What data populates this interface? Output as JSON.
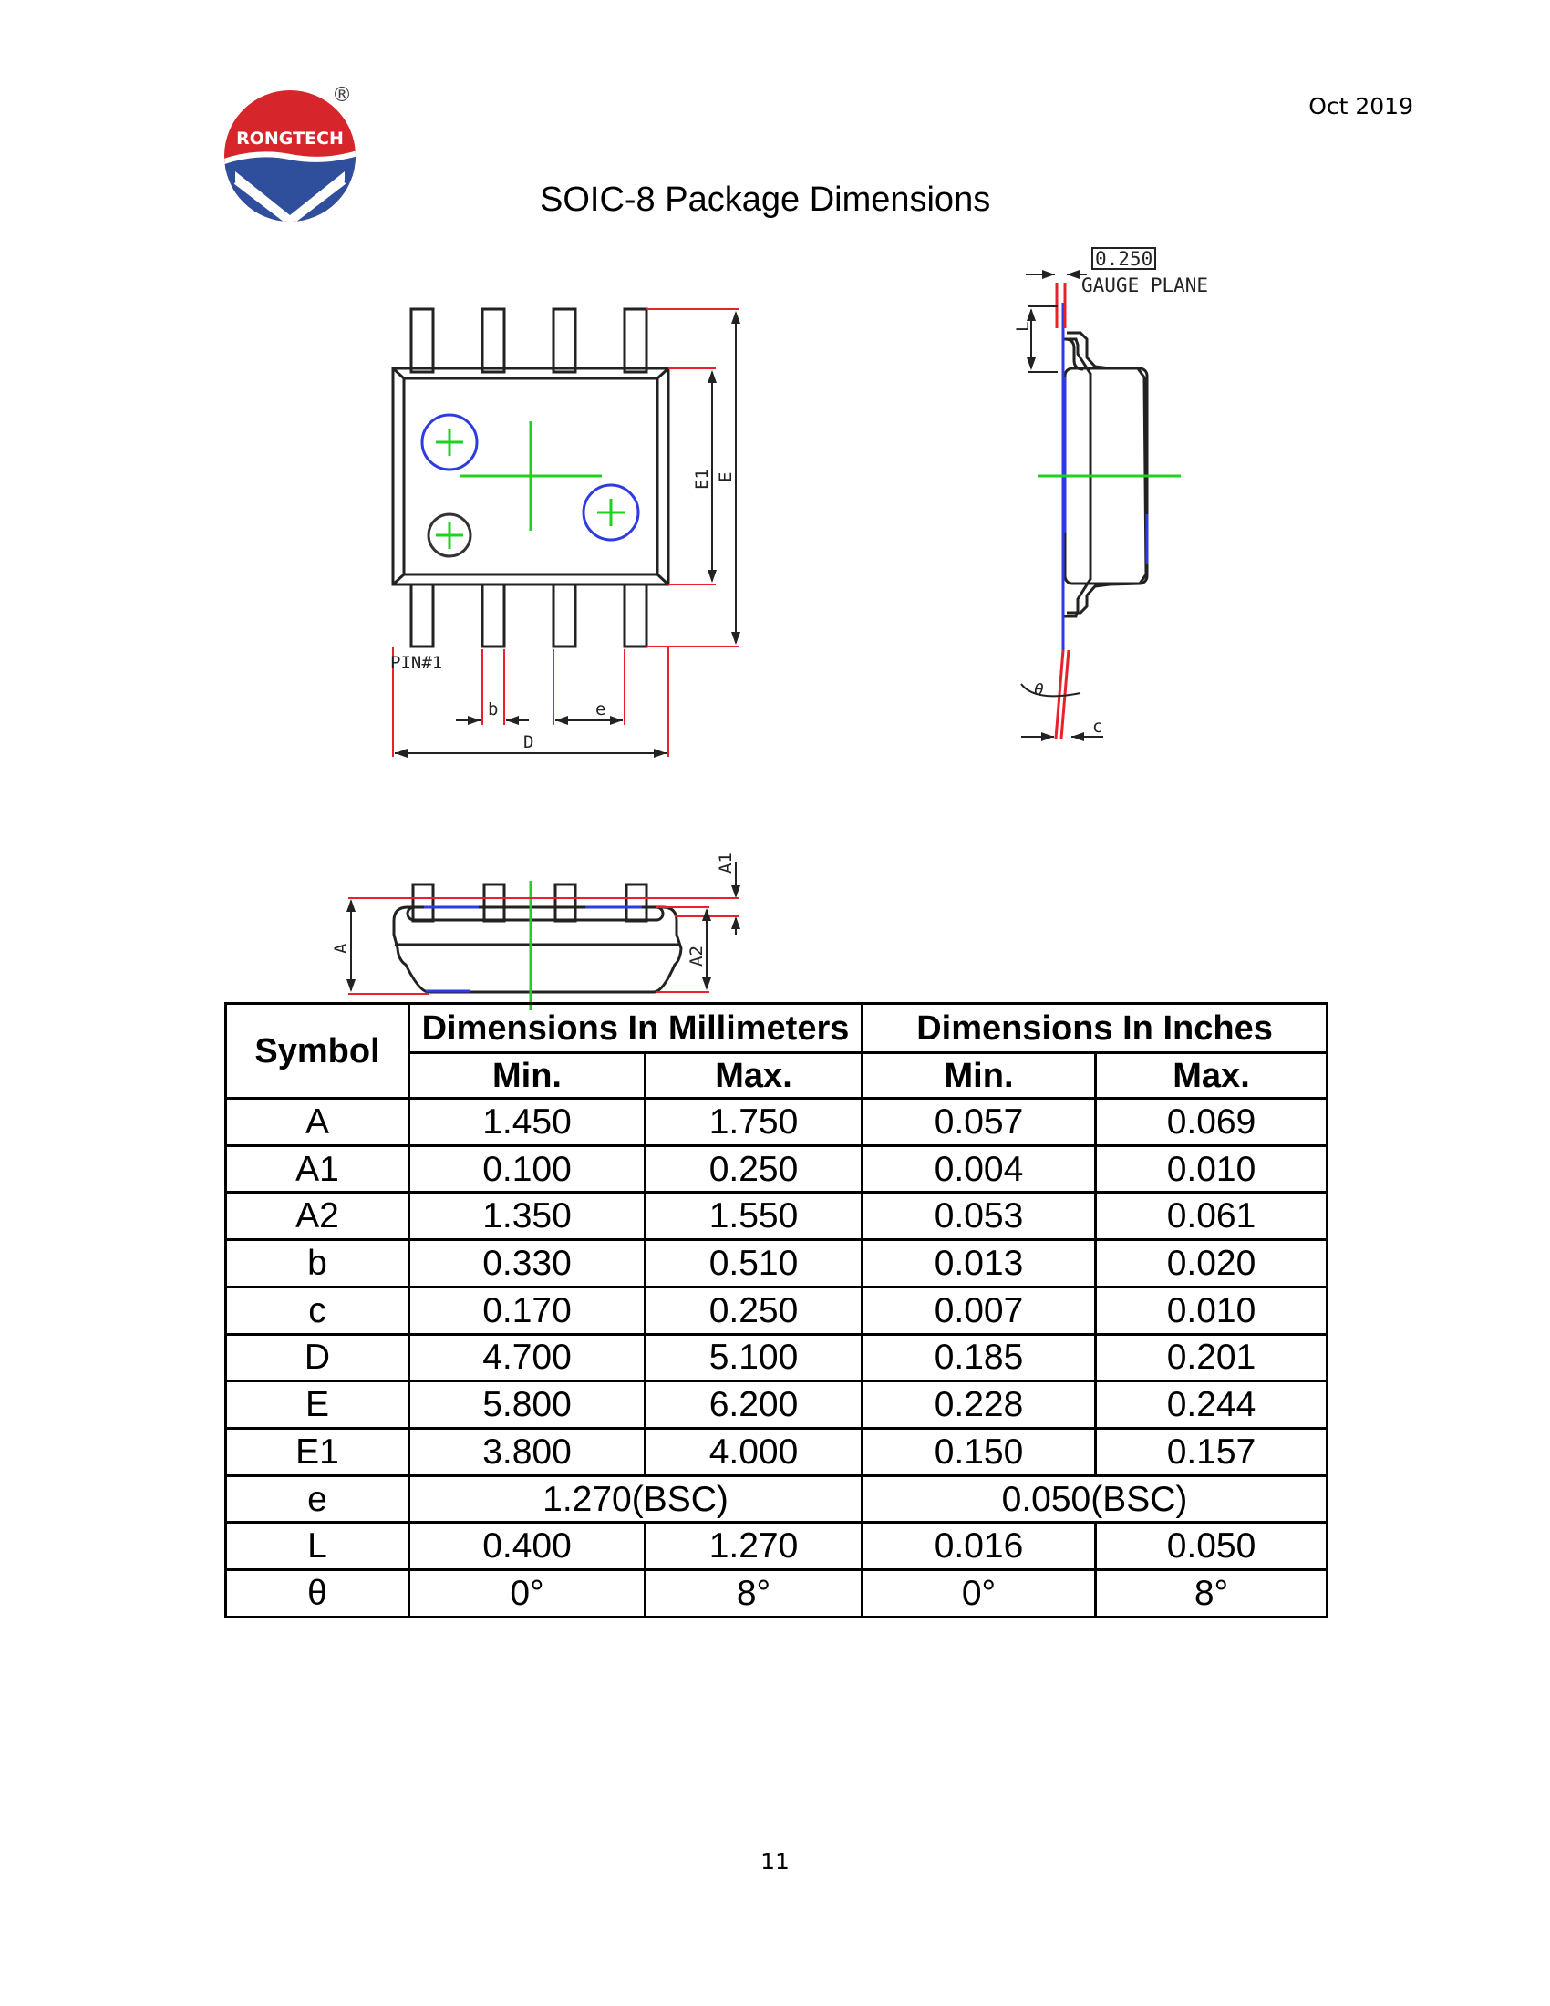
{
  "header": {
    "logo_text": "RONGTECH",
    "registered_mark": "®",
    "date": "Oct 2019"
  },
  "title": "SOIC-8 Package Dimensions",
  "drawing_labels": {
    "gauge_value": "0.250",
    "gauge_plane": "GAUGE PLANE",
    "pin1": "PIN#1",
    "b": "b",
    "e": "e",
    "D": "D",
    "E1": "E1",
    "E": "E",
    "L": "L",
    "theta": "θ",
    "c": "c",
    "A": "A",
    "A1": "A1",
    "A2": "A2"
  },
  "table": {
    "symbol_header": "Symbol",
    "mm_header": "Dimensions In Millimeters",
    "in_header": "Dimensions In Inches",
    "min_label": "Min.",
    "max_label": "Max.",
    "rows": [
      {
        "symbol": "A",
        "mm_min": "1.450",
        "mm_max": "1.750",
        "in_min": "0.057",
        "in_max": "0.069"
      },
      {
        "symbol": "A1",
        "mm_min": "0.100",
        "mm_max": "0.250",
        "in_min": "0.004",
        "in_max": "0.010"
      },
      {
        "symbol": "A2",
        "mm_min": "1.350",
        "mm_max": "1.550",
        "in_min": "0.053",
        "in_max": "0.061"
      },
      {
        "symbol": "b",
        "mm_min": "0.330",
        "mm_max": "0.510",
        "in_min": "0.013",
        "in_max": "0.020"
      },
      {
        "symbol": "c",
        "mm_min": "0.170",
        "mm_max": "0.250",
        "in_min": "0.007",
        "in_max": "0.010"
      },
      {
        "symbol": "D",
        "mm_min": "4.700",
        "mm_max": "5.100",
        "in_min": "0.185",
        "in_max": "0.201"
      },
      {
        "symbol": "E",
        "mm_min": "5.800",
        "mm_max": "6.200",
        "in_min": "0.228",
        "in_max": "0.244"
      },
      {
        "symbol": "E1",
        "mm_min": "3.800",
        "mm_max": "4.000",
        "in_min": "0.150",
        "in_max": "0.157"
      }
    ],
    "e_row": {
      "symbol": "e",
      "mm": "1.270(BSC)",
      "in": "0.050(BSC)"
    },
    "tail_rows": [
      {
        "symbol": "L",
        "mm_min": "0.400",
        "mm_max": "1.270",
        "in_min": "0.016",
        "in_max": "0.050"
      },
      {
        "symbol": "θ",
        "mm_min": "0°",
        "mm_max": "8°",
        "in_min": "0°",
        "in_max": "8°"
      }
    ]
  },
  "page_number": "11",
  "colors": {
    "logo_red": "#d7262b",
    "logo_blue": "#2f4f9c",
    "dim_red": "#e8212a",
    "center_green": "#1fd21f",
    "pin_blue": "#2e3be0"
  }
}
